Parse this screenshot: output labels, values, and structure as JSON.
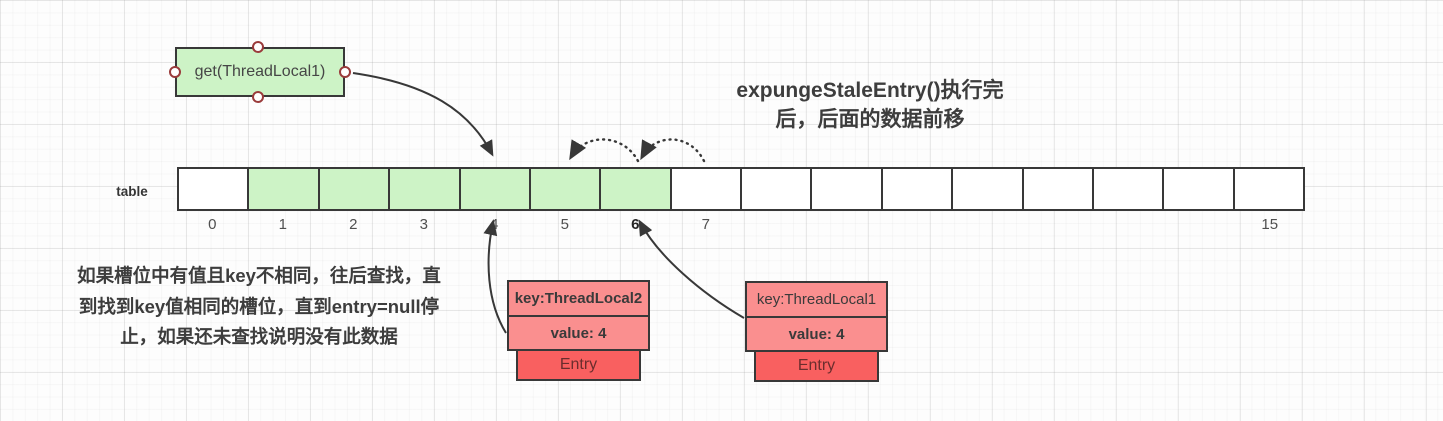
{
  "colors": {
    "green": "#cdf3c6",
    "salmon": "#fa8f8f",
    "red": "#f96060",
    "border": "#383838",
    "handle": "#9a3b3b",
    "text_dark": "#3d3d3d",
    "entry_text": "#6b2d2d"
  },
  "get_box": {
    "label": "get(ThreadLocal1)"
  },
  "title": {
    "line1": "expungeStaleEntry()执行完",
    "line2": "后，后面的数据前移"
  },
  "note": {
    "line1": "如果槽位中有值且key不相同，往后查找，直",
    "line2": "到找到key值相同的槽位，直到entry=null停",
    "line3": "止，如果还未查找说明没有此数据"
  },
  "array": {
    "label": "table",
    "labels": [
      "0",
      "1",
      "2",
      "3",
      "4",
      "5",
      "6",
      "7",
      "",
      "",
      "",
      "",
      "",
      "",
      "",
      "15"
    ],
    "filled_indices": [
      1,
      2,
      3,
      4,
      5,
      6
    ],
    "bold_label_index": 6,
    "cell_count": 16
  },
  "entries": [
    {
      "key": "key:ThreadLocal2",
      "value": "value: 4",
      "footer": "Entry"
    },
    {
      "key": "key:ThreadLocal1",
      "value": "value: 4",
      "footer": "Entry"
    }
  ]
}
